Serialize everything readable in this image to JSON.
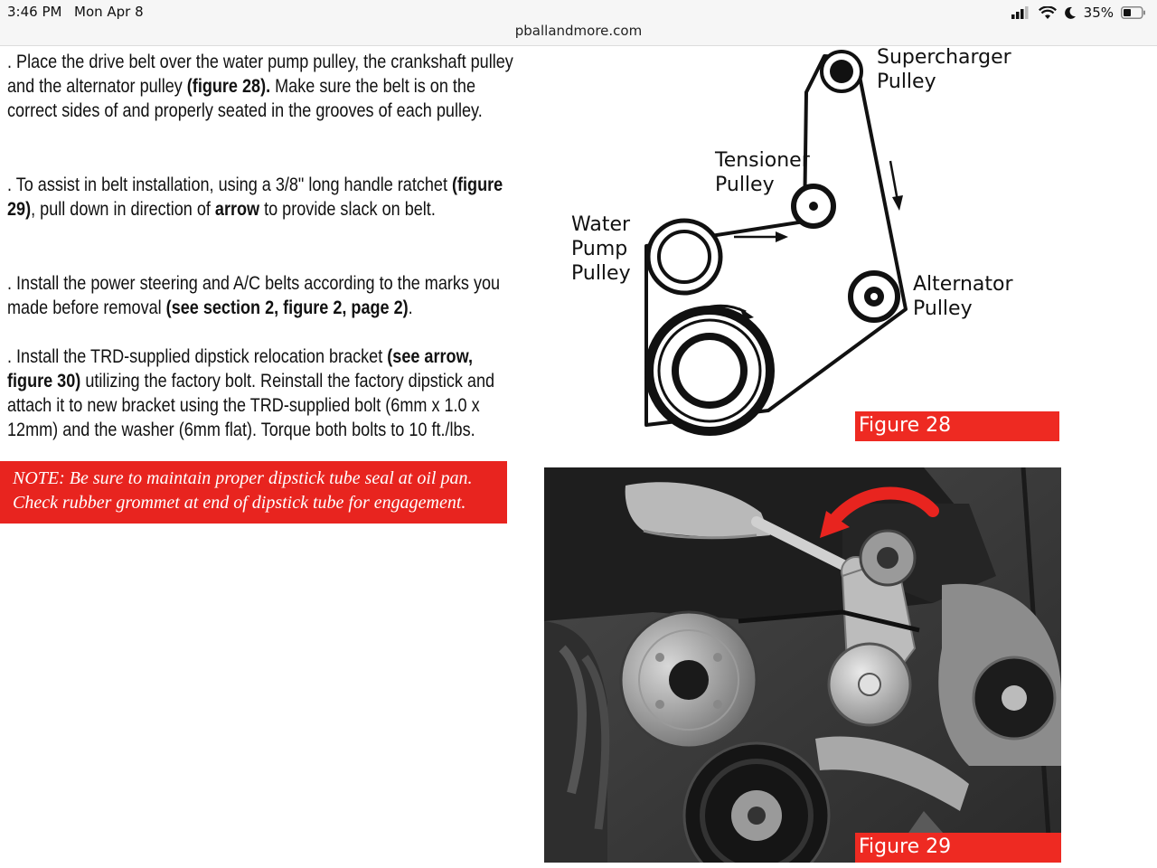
{
  "status_bar": {
    "time": "3:46 PM",
    "date": "Mon Apr 8",
    "url": "pballandmore.com",
    "battery": "35%"
  },
  "steps": [
    {
      "prefix": ". ",
      "runs": [
        {
          "t": "Place the drive belt over the water pump pulley, the crankshaft pulley and the alternator pulley ",
          "b": false
        },
        {
          "t": "(figure 28).",
          "b": true
        },
        {
          "t": " Make sure the belt is on the correct sides of and properly seated in the grooves of each pulley.",
          "b": false
        }
      ]
    },
    {
      "prefix": ". ",
      "runs": [
        {
          "t": "To assist in belt installation, using a 3/8\" long handle ratchet ",
          "b": false
        },
        {
          "t": "(figure 29)",
          "b": true
        },
        {
          "t": ", pull down in direction of ",
          "b": false
        },
        {
          "t": "arrow",
          "b": true
        },
        {
          "t": " to provide slack on belt.",
          "b": false
        }
      ]
    },
    {
      "prefix": ". ",
      "runs": [
        {
          "t": "Install the power steering and A/C belts according to the marks you made before removal ",
          "b": false
        },
        {
          "t": "(see section 2, figure 2, page 2)",
          "b": true
        },
        {
          "t": ".",
          "b": false
        }
      ]
    },
    {
      "prefix": ". ",
      "runs": [
        {
          "t": "Install the TRD-supplied dipstick relocation bracket ",
          "b": false
        },
        {
          "t": "(see arrow, figure 30)",
          "b": true
        },
        {
          "t": " utilizing the factory bolt. Reinstall the factory dipstick and attach it to new bracket using the TRD-supplied bolt (6mm x 1.0 x 12mm) and the washer (6mm flat). Torque both bolts to 10 ft./lbs.",
          "b": false
        }
      ]
    }
  ],
  "note": {
    "line1": "NOTE: Be sure to maintain proper dipstick tube seal at oil pan.",
    "line2": "Check rubber grommet at end of dipstick tube for engagement."
  },
  "figure28": {
    "label": "Figure 28",
    "supercharger": [
      "Supercharger",
      "Pulley"
    ],
    "tensioner": [
      "Tensioner",
      "Pulley"
    ],
    "water_pump": [
      "Water",
      "Pump",
      "Pulley"
    ],
    "alternator": [
      "Alternator",
      "Pulley"
    ]
  },
  "figure29": {
    "label": "Figure 29"
  },
  "colors": {
    "accent_red": "#e8241f"
  }
}
